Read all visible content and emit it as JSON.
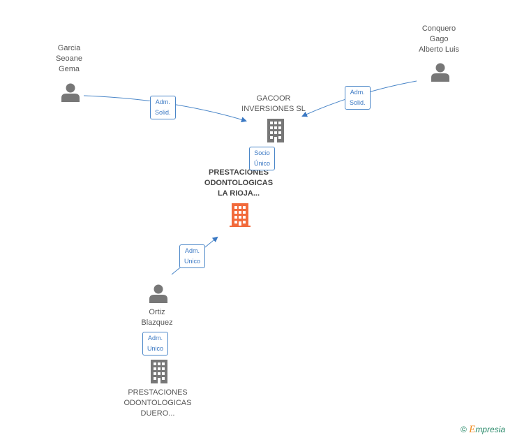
{
  "people": {
    "garcia": {
      "line1": "Garcia",
      "line2": "Seoane",
      "line3": "Gema"
    },
    "conquero": {
      "line1": "Conquero",
      "line2": "Gago",
      "line3": "Alberto Luis"
    },
    "ortiz": {
      "line1": "Ortiz",
      "line2": "Blazquez"
    }
  },
  "companies": {
    "gacoor": {
      "line1": "GACOOR",
      "line2": "INVERSIONES SL"
    },
    "main": {
      "line1": "PRESTACIONES",
      "line2": "ODONTOLOGICAS",
      "line3": "LA RIOJA..."
    },
    "duero": {
      "line1": "PRESTACIONES",
      "line2": "ODONTOLOGICAS",
      "line3": "DUERO..."
    }
  },
  "edges": {
    "garcia_gacoor": {
      "line1": "Adm.",
      "line2": "Solid."
    },
    "conquero_gacoor": {
      "line1": "Adm.",
      "line2": "Solid."
    },
    "gacoor_main": {
      "line1": "Socio",
      "line2": "Único"
    },
    "ortiz_main": {
      "line1": "Adm.",
      "line2": "Unico"
    },
    "ortiz_duero": {
      "line1": "Adm.",
      "line2": "Unico"
    }
  },
  "footer": {
    "copyright": "©",
    "brand_first": "E",
    "brand_rest": "mpresia"
  },
  "colors": {
    "edge": "#4a86c8",
    "person_icon": "#777777",
    "building": "#777777",
    "main_building": "#f26a3b"
  }
}
